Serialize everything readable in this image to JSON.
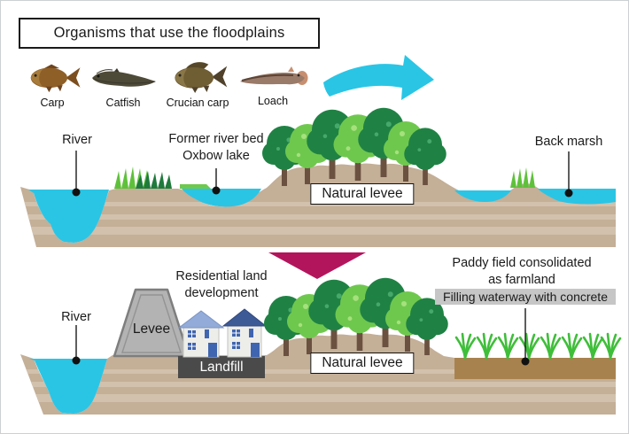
{
  "title": "Organisms that use the floodplains",
  "fish": [
    {
      "name": "Carp"
    },
    {
      "name": "Catfish"
    },
    {
      "name": "Crucian carp"
    },
    {
      "name": "Loach"
    }
  ],
  "top_diagram": {
    "river_label": "River",
    "former_line1": "Former river bed",
    "former_line2": "Oxbow lake",
    "natural_levee_label": "Natural levee",
    "back_marsh_label": "Back marsh"
  },
  "bottom_diagram": {
    "river_label": "River",
    "levee_label": "Levee",
    "residential_line1": "Residential land",
    "residential_line2": "development",
    "landfill_label": "Landfill",
    "natural_levee_label": "Natural levee",
    "paddy_line1": "Paddy field consolidated",
    "paddy_line2": "as farmland",
    "filling_label": "Filling waterway with concrete"
  },
  "colors": {
    "water": "#2AC5E5",
    "ground": "#C4AF97",
    "ground_stripe": "#D2C1AC",
    "paddy_soil": "#A8824E",
    "tree_dark": "#1F8244",
    "tree_light": "#6FC84E",
    "grass_light": "#5FC13B",
    "grass_dark": "#1F7A3C",
    "flow_arrow": "#2AC5E5",
    "transition_arrow": "#B3155C",
    "levee_gray": "#B3B3B3",
    "landfill_gray": "#4A4A4A",
    "house_roof_light": "#92ABD8",
    "house_roof_dark": "#3D5A97",
    "house_accent": "#4065B0",
    "label_highlight_bg": "#C6C6C6"
  }
}
